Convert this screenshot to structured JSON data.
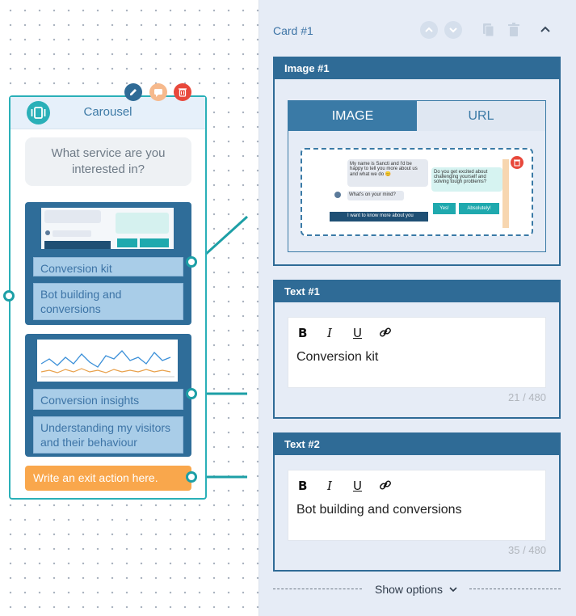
{
  "node": {
    "title": "Carousel",
    "prompt": "What service are you interested in?",
    "cards": [
      {
        "buttons": [
          "Conversion kit",
          "Bot building and conversions"
        ]
      },
      {
        "buttons": [
          "Conversion insights",
          "Understanding my visitors and their behaviour"
        ]
      }
    ],
    "exit": "Write an exit action here."
  },
  "panel": {
    "card_title": "Card #1",
    "image_title": "Image #1",
    "tab_image": "IMAGE",
    "tab_url": "URL",
    "text1": {
      "title": "Text #1",
      "bold": "B",
      "italic": "I",
      "underline": "U",
      "content": "Conversion kit",
      "count": "21 / 480"
    },
    "text2": {
      "title": "Text #2",
      "bold": "B",
      "italic": "I",
      "underline": "U",
      "content": "Bot building and conversions",
      "count": "35 / 480"
    },
    "show_options": "Show options"
  },
  "preview": {
    "msg1": "My name is Sancti and I'd be happy to tell you more about us and what we do 😊",
    "msg2": "Do you get excited about challenging yourself and solving tough problems?",
    "msg3": "What's on your mind?",
    "msg4": "I want to know more about you",
    "yes": "Yes!",
    "absolutely": "Absolutely!"
  },
  "colors": {
    "accent": "#2ab0b8",
    "dark_blue": "#2f6b96",
    "exit": "#f9a74c",
    "delete": "#e8483b"
  }
}
